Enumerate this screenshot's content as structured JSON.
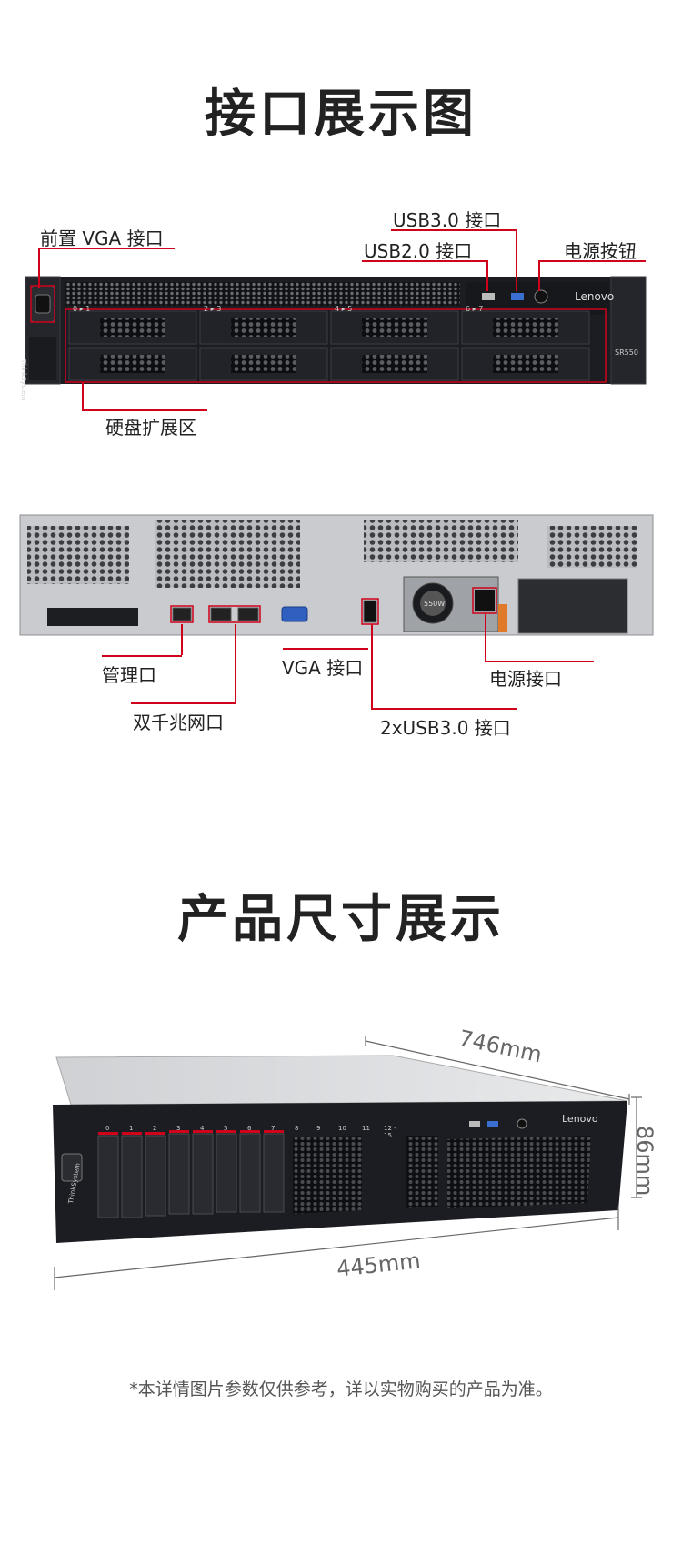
{
  "section1": {
    "title": "接口展示图",
    "front_labels": {
      "vga": "前置 VGA 接口",
      "usb3": "USB3.0 接口",
      "usb2": "USB2.0 接口",
      "power_button": "电源按钮",
      "drive_bays": "硬盘扩展区"
    },
    "front_panel": {
      "brand": "Lenovo",
      "side_brand": "ThinkSystem",
      "model": "SR550",
      "bay_labels": [
        "0 ▸ 1",
        "2 ▸ 3",
        "4 ▸ 5",
        "6 ▸ 7"
      ]
    },
    "rear_labels": {
      "mgmt": "管理口",
      "dual_gbe": "双千兆网口",
      "vga": "VGA 接口",
      "usb": "2xUSB3.0 接口",
      "power_in": "电源接口"
    },
    "rear_panel": {
      "psu_label": "550W"
    }
  },
  "section2": {
    "title": "产品尺寸展示",
    "dims": {
      "depth": "746mm",
      "height": "86mm",
      "width": "445mm"
    },
    "panel": {
      "brand": "Lenovo",
      "side_brand": "ThinkSystem",
      "bay_numbers": [
        "0",
        "1",
        "2",
        "3",
        "4",
        "5",
        "6",
        "7",
        "8",
        "9",
        "10",
        "11",
        "12 - 15"
      ]
    }
  },
  "footnote": "*本详情图片参数仅供参考，详以实物购买的产品为准。",
  "colors": {
    "accent": "#d0021b",
    "chassis": "#1c1d22",
    "steel": "#c9cbce"
  }
}
